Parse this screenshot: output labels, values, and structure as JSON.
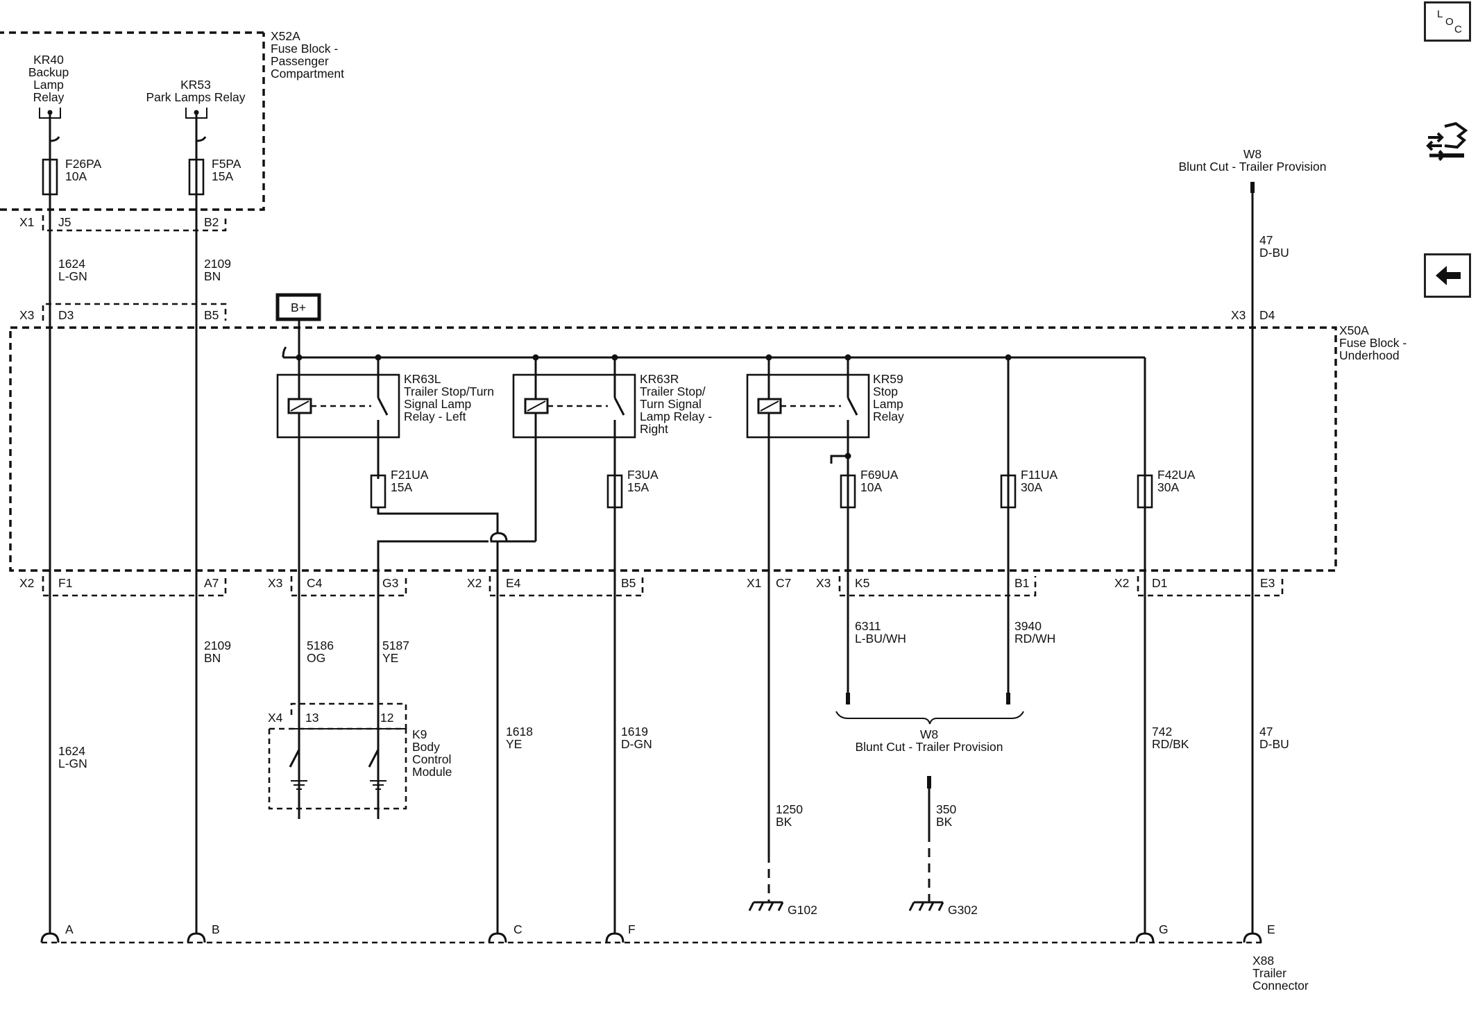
{
  "blocks": {
    "passenger": {
      "id": "X52A",
      "line1": "Fuse Block -",
      "line2": "Passenger",
      "line3": "Compartment"
    },
    "underhood": {
      "id": "X50A",
      "line1": "Fuse Block -",
      "line2": "Underhood"
    }
  },
  "relays": {
    "kr40": {
      "id": "KR40",
      "l1": "Backup",
      "l2": "Lamp",
      "l3": "Relay"
    },
    "kr53": {
      "id": "KR53",
      "l1": "Park Lamps Relay"
    },
    "kr63l": {
      "id": "KR63L",
      "l1": "Trailer Stop/Turn",
      "l2": "Signal Lamp",
      "l3": "Relay - Left"
    },
    "kr63r": {
      "id": "KR63R",
      "l1": "Trailer Stop/",
      "l2": "Turn Signal",
      "l3": "Lamp Relay -",
      "l4": "Right"
    },
    "kr59": {
      "id": "KR59",
      "l1": "Stop",
      "l2": "Lamp",
      "l3": "Relay"
    }
  },
  "fuses": {
    "f26pa": {
      "id": "F26PA",
      "rating": "10A"
    },
    "f5pa": {
      "id": "F5PA",
      "rating": "15A"
    },
    "f21ua": {
      "id": "F21UA",
      "rating": "15A"
    },
    "f3ua": {
      "id": "F3UA",
      "rating": "15A"
    },
    "f69ua": {
      "id": "F69UA",
      "rating": "10A"
    },
    "f11ua": {
      "id": "F11UA",
      "rating": "30A"
    },
    "f42ua": {
      "id": "F42UA",
      "rating": "30A"
    }
  },
  "battery": "B+",
  "connectors": {
    "x1_top": "X1",
    "j5": "J5",
    "b2": "B2",
    "x3_top": "X3",
    "d3": "D3",
    "b5_top": "B5",
    "x3_right": "X3",
    "d4": "D4",
    "x2_a": "X2",
    "f1": "F1",
    "a7": "A7",
    "x3_b": "X3",
    "c4": "C4",
    "g3": "G3",
    "x2_b": "X2",
    "e4": "E4",
    "b5_bot": "B5",
    "x1_b": "X1",
    "c7": "C7",
    "x3_c": "X3",
    "k5": "K5",
    "b1": "B1",
    "x2_c": "X2",
    "d1": "D1",
    "e3": "E3",
    "x4": "X4",
    "pin13": "13",
    "pin12": "12"
  },
  "wires": {
    "w1624_top": {
      "circuit": "1624",
      "color": "L-GN"
    },
    "w2109_top": {
      "circuit": "2109",
      "color": "BN"
    },
    "w47_top": {
      "circuit": "47",
      "color": "D-BU"
    },
    "w2109_mid": {
      "circuit": "2109",
      "color": "BN"
    },
    "w5186": {
      "circuit": "5186",
      "color": "OG"
    },
    "w5187": {
      "circuit": "5187",
      "color": "YE"
    },
    "w6311": {
      "circuit": "6311",
      "color": "L-BU/WH"
    },
    "w3940": {
      "circuit": "3940",
      "color": "RD/WH"
    },
    "w1624_bot": {
      "circuit": "1624",
      "color": "L-GN"
    },
    "w1618": {
      "circuit": "1618",
      "color": "YE"
    },
    "w1619": {
      "circuit": "1619",
      "color": "D-GN"
    },
    "w742": {
      "circuit": "742",
      "color": "RD/BK"
    },
    "w47_bot": {
      "circuit": "47",
      "color": "D-BU"
    },
    "w1250": {
      "circuit": "1250",
      "color": "BK"
    },
    "w350": {
      "circuit": "350",
      "color": "BK"
    }
  },
  "w8_top": {
    "id": "W8",
    "label": "Blunt Cut - Trailer Provision"
  },
  "w8_mid": {
    "id": "W8",
    "label": "Blunt Cut - Trailer Provision"
  },
  "bcm": {
    "id": "K9",
    "l1": "Body",
    "l2": "Control",
    "l3": "Module"
  },
  "grounds": {
    "g102": "G102",
    "g302": "G302"
  },
  "trailer": {
    "id": "X88",
    "l1": "Trailer",
    "l2": "Connector",
    "pins": {
      "a": "A",
      "b": "B",
      "c": "C",
      "f": "F",
      "g": "G",
      "e": "E"
    }
  },
  "nav": {
    "loc_l": "L",
    "loc_o": "O",
    "loc_c": "C",
    "icon1": "location-icon",
    "icon2": "connector-views-icon",
    "icon3": "back-arrow-icon"
  }
}
